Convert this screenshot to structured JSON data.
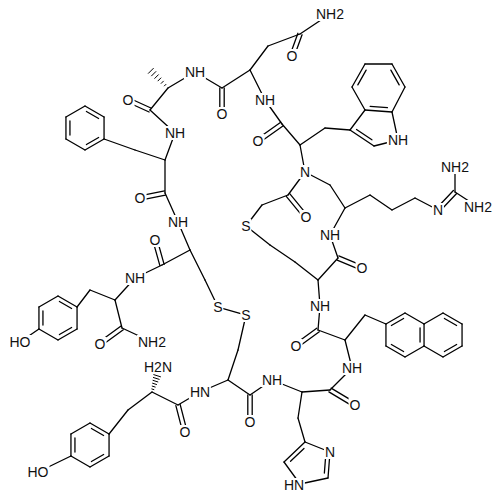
{
  "diagram": {
    "labels": [
      "NH2",
      "O",
      "NH",
      "O",
      "NH",
      "O",
      "O",
      "NH",
      "NH2",
      "N",
      "NH",
      "O",
      "N",
      "NH2",
      "O",
      "NH",
      "S",
      "NH",
      "O",
      "O",
      "NH",
      "NH",
      "S",
      "S",
      "O",
      "NH2",
      "HO",
      "O",
      "H2N",
      "NH",
      "NH",
      "HN",
      "O",
      "O",
      "O",
      "N",
      "HO",
      "HN"
    ]
  }
}
